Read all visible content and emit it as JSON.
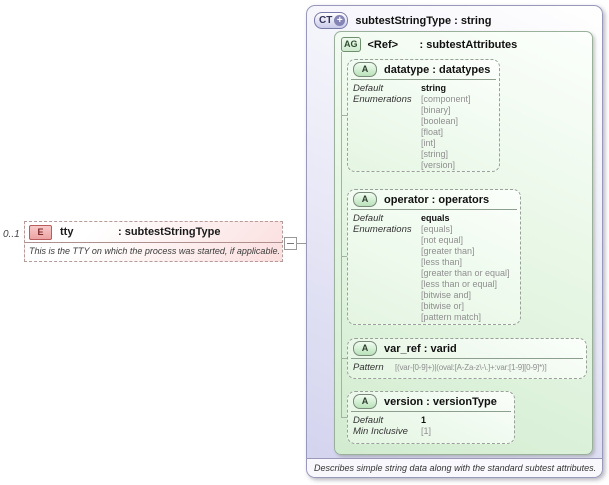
{
  "element": {
    "cardinality": "0..1",
    "badge": "E",
    "name": "tty",
    "type": ": subtestStringType",
    "annotation": "This is the TTY on which the process was started, if applicable."
  },
  "complex_type": {
    "badge": "CT",
    "plus_icon": "+",
    "title": "subtestStringType : string",
    "annotation": "Describes simple string data along with the standard subtest attributes.",
    "attribute_group": {
      "badge": "AG",
      "ref_label": "<Ref>",
      "type": ": subtestAttributes",
      "attributes": [
        {
          "badge": "A",
          "title": "datatype : datatypes",
          "facets": {
            "default_label": "Default",
            "default_value": "string",
            "enumerations_label": "Enumerations",
            "enumerations": [
              "[component]",
              "[binary]",
              "[boolean]",
              "[float]",
              "[int]",
              "[string]",
              "[version]"
            ]
          }
        },
        {
          "badge": "A",
          "title": "operator : operators",
          "facets": {
            "default_label": "Default",
            "default_value": "equals",
            "enumerations_label": "Enumerations",
            "enumerations": [
              "[equals]",
              "[not equal]",
              "[greater than]",
              "[less than]",
              "[greater than or equal]",
              "[less than or equal]",
              "[bitwise and]",
              "[bitwise or]",
              "[pattern match]"
            ]
          }
        },
        {
          "badge": "A",
          "title": "var_ref : varid",
          "facets": {
            "pattern_label": "Pattern",
            "pattern_value": "[(var-[0-9]+)|(oval:[A-Za-z\\-\\.]+:var:[1-9][0-9]*)]"
          }
        },
        {
          "badge": "A",
          "title": "version : versionType",
          "facets": {
            "default_label": "Default",
            "default_value": "1",
            "min_inclusive_label": "Min Inclusive",
            "min_inclusive_value": "[1]"
          }
        }
      ]
    }
  },
  "colors": {
    "element_accent": "#f5b6b6",
    "complex_type_accent": "#d6d6f0",
    "attribute_group_accent": "#d8efd6",
    "enumeration_text": "#8f8f8f"
  }
}
